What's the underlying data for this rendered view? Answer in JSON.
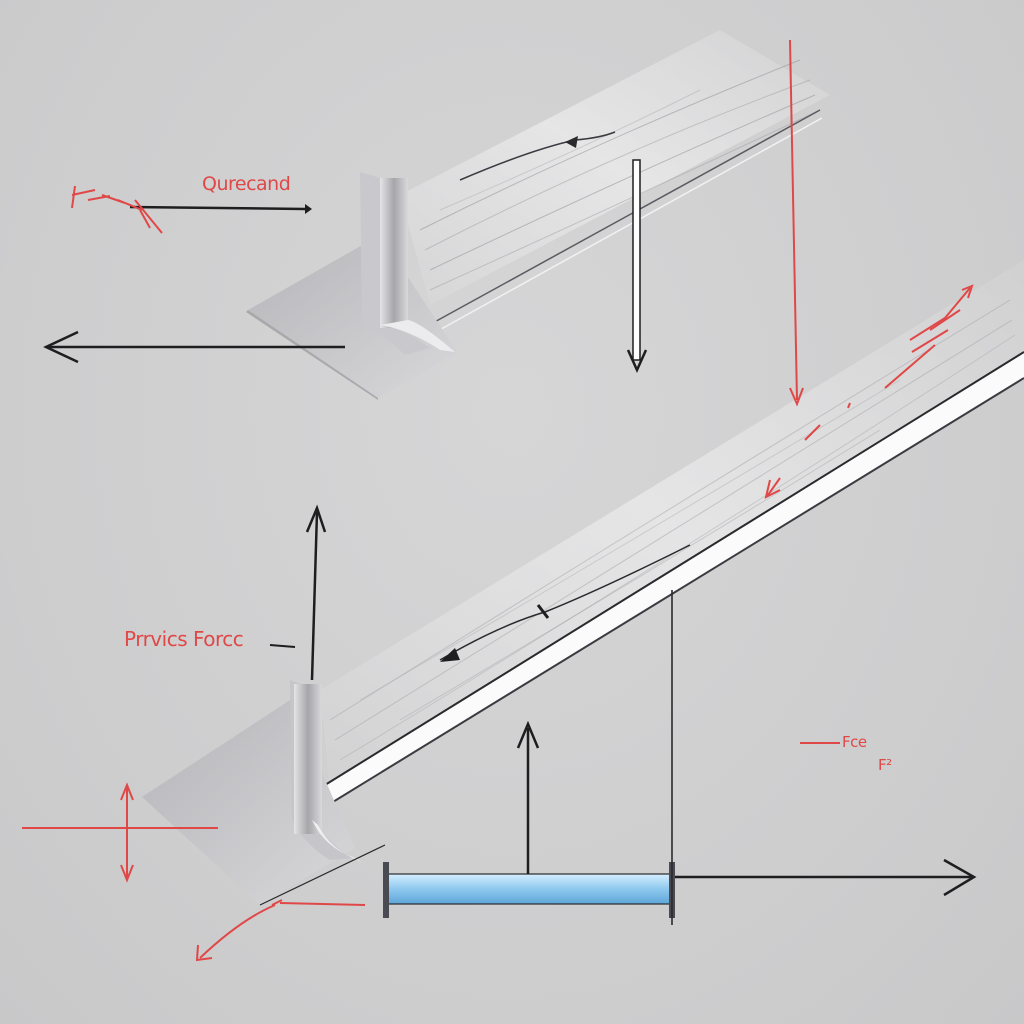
{
  "labels": {
    "top": "Qurecand",
    "middle": "Prrvics Forcc",
    "right": "Fce",
    "right_sub": "F²"
  },
  "colors": {
    "background": "#cfcfd0",
    "arrow_dark": "#1e1e20",
    "arrow_red": "#e04848",
    "beam_blue": "#8ec8ee",
    "panel_gray": "#a9a9ad"
  }
}
